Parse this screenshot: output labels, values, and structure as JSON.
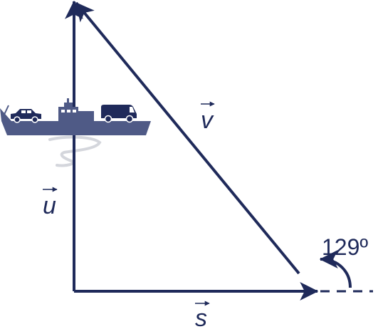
{
  "colors": {
    "vector": "#1f2a5a",
    "ferry_hull": "#4f5a86",
    "wake": "#d4d6dc"
  },
  "labels": {
    "v": "v",
    "u": "u",
    "s": "s",
    "angle": "129º"
  },
  "icons": [
    "ferry-icon",
    "car-icon",
    "van-icon",
    "wake-icon"
  ]
}
